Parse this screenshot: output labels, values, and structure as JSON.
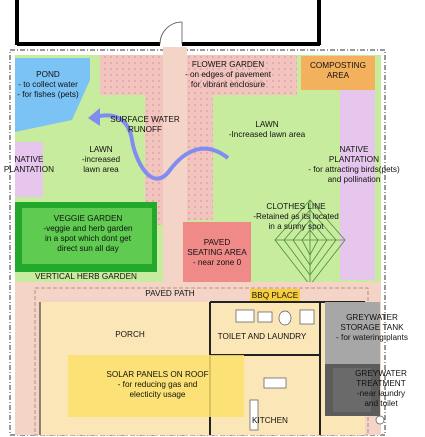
{
  "colors": {
    "lawn": "#c8ec9e",
    "flower_bed": "#f1c4c0",
    "pond": "#7cc3f5",
    "composting": "#f3b15e",
    "native_planting": "#e6c6ec",
    "veggie_garden": "#5fcb50",
    "paved": "#f08a88",
    "bbq": "#f6cf3a",
    "house_floor": "#fbe6b8",
    "solar": "#fbe06a",
    "greywater": "#a7a7a7",
    "path": "#f3d4c6",
    "arrow": "#7f8cf0"
  },
  "labels": {
    "pond": [
      "POND",
      "- to collect water",
      "- for fishes (pets)"
    ],
    "flower_garden": [
      "FLOWER GARDEN",
      "- on edges of pavement",
      "for vibrant enclosure"
    ],
    "composting": [
      "COMPOSTING",
      "AREA"
    ],
    "surface_water": [
      "SURFACE WATER",
      "RUNOFF"
    ],
    "lawn_main": [
      "LAWN",
      "-Increased lawn area"
    ],
    "lawn_small": [
      "LAWN",
      "-increased",
      "lawn area"
    ],
    "native_left": [
      "NATIVE",
      "PLANTATION"
    ],
    "native_right": [
      "NATIVE",
      "PLANTATION",
      "- for attracting birds(pets)",
      "and pollination"
    ],
    "clothes_line": [
      "CLOTHES LINE",
      "-Retained as its located",
      "in a sunny spot"
    ],
    "veggie": [
      "VEGGIE GARDEN",
      "-veggie and herb garden",
      "in a spot which dont get",
      "direct sun all day"
    ],
    "paved_seating": [
      "PAVED",
      "SEATING AREA",
      "- near zone 0"
    ],
    "herb_garden": "VERTICAL HERB GARDEN",
    "paved_path": "PAVED PATH",
    "bbq": "BBQ PLACE",
    "greywater_tank": [
      "GREYWATER",
      "STORAGE TANK",
      "- for watering plants"
    ],
    "porch": "PORCH",
    "toilet": "TOILET AND LAUNDRY",
    "solar": [
      "SOLAR PANELS ON ROOF",
      "- for reducing gas and",
      "electicity usage"
    ],
    "greywater_treatment": [
      "GREYWATER",
      "TREATMENT",
      "-near laundry",
      "and toilet"
    ],
    "kitchen": "KITCHEN"
  }
}
